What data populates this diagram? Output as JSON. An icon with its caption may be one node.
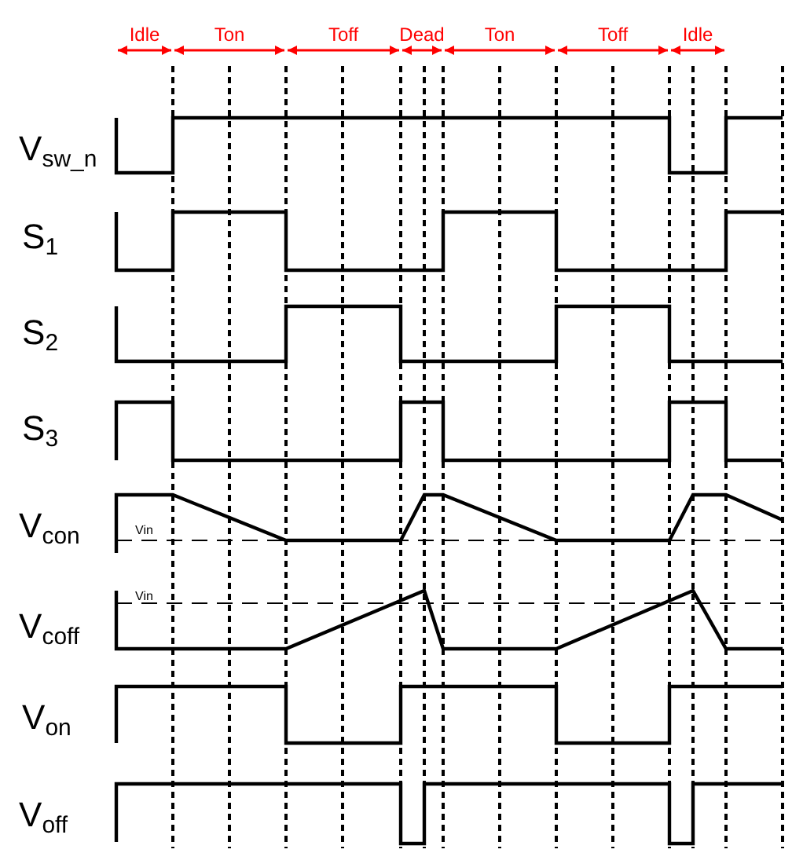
{
  "diagram": {
    "labels": [
      "Idle",
      "Ton",
      "Toff",
      "Dead",
      "Ton",
      "Toff",
      "Idle",
      "V$_{sw_n}$",
      "S$_{1}$",
      "S$_{2}$",
      "S$_{3}$",
      "V$_{con}$",
      "Vin",
      "Vin",
      "V$_{coff}$",
      "V$_{on}$",
      "V$_{off}$"
    ]
  }
}
